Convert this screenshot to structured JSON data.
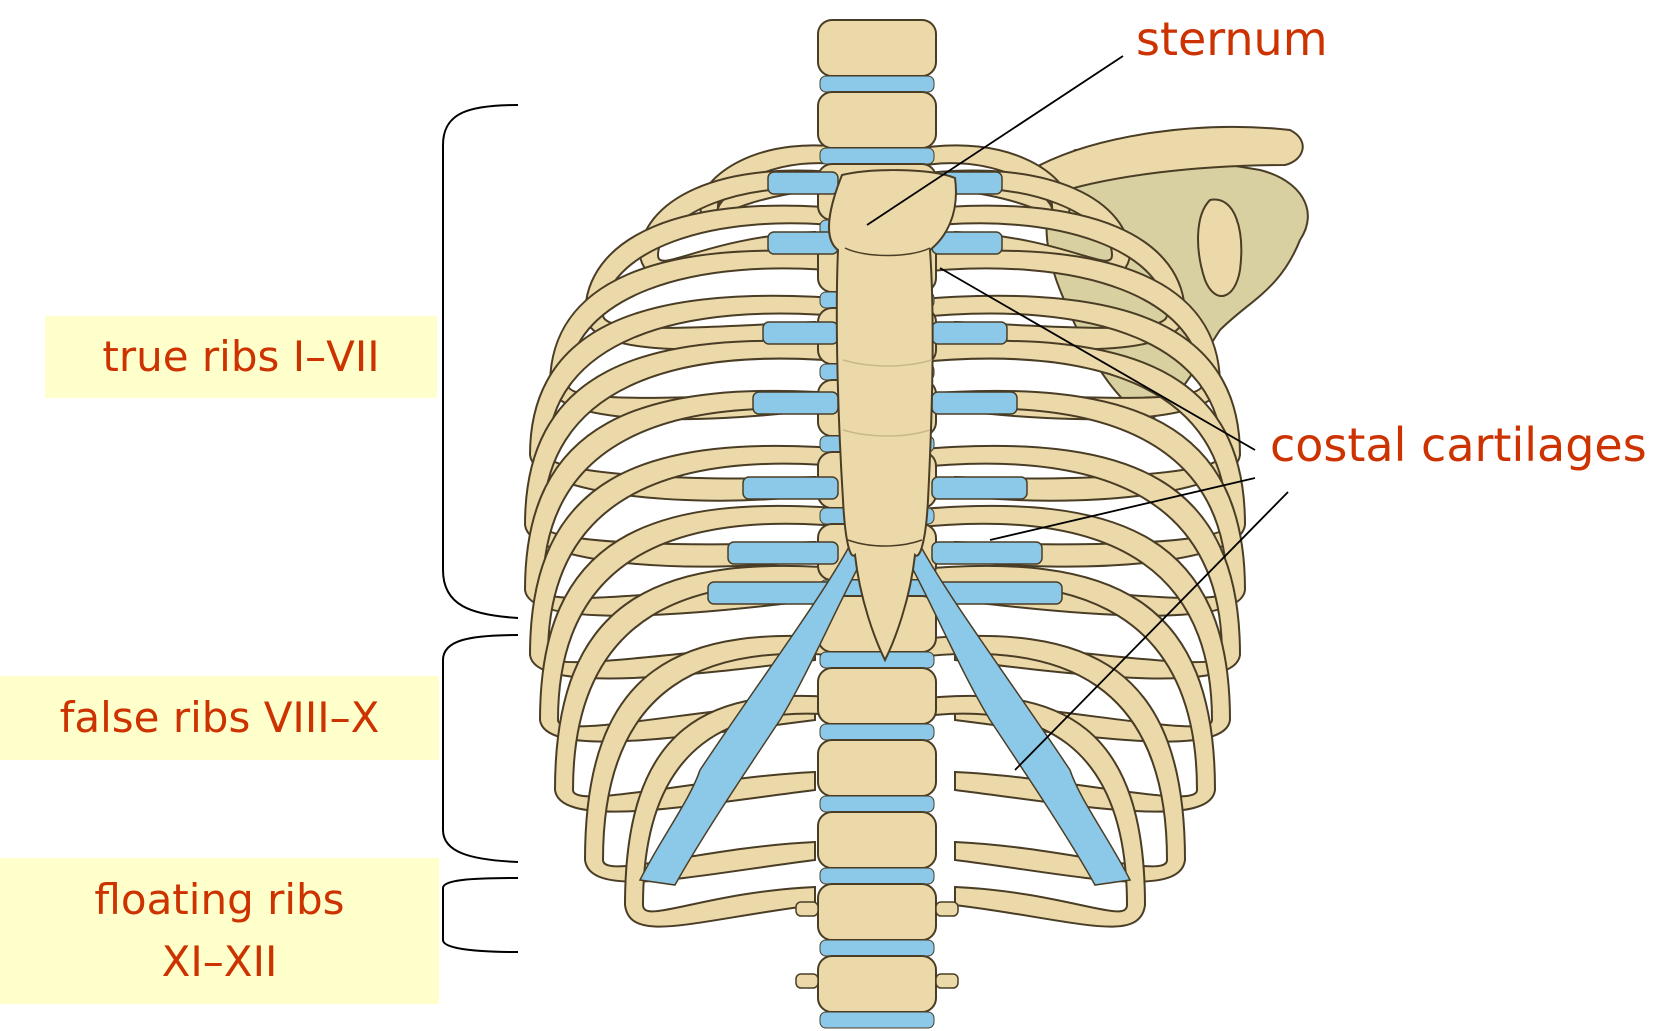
{
  "labels": {
    "true_ribs": "true ribs I–VII",
    "false_ribs": "false ribs VIII–X",
    "floating_ribs_line1": "floating ribs",
    "floating_ribs_line2": "XI–XII",
    "sternum": "sternum",
    "costal_cartilages": "costal cartilages"
  },
  "colors": {
    "label_text": "#cc3300",
    "label_background": "#ffffcc",
    "bone": "#ecd9a9",
    "bone_outline": "#4a3d25",
    "cartilage": "#8cc8e8",
    "scapula": "#d8d0a0"
  }
}
